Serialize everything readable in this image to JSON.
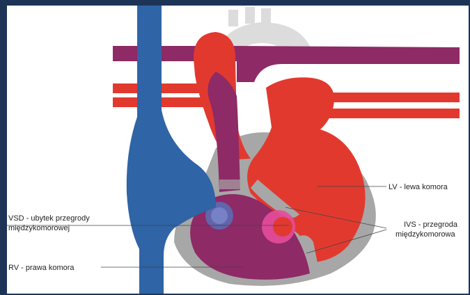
{
  "colors": {
    "background_frame": "#1d3457",
    "oxygenated_blood": "#e2392f",
    "deoxygenated_blood": "#2f64a6",
    "mixed_blood": "#8e2a66",
    "heart_wall": "#a7a7a7",
    "aorta_arch": "#dcdcdc",
    "defect_highlight": "#e64c9c"
  },
  "labels": {
    "lv": "LV - lewa komora",
    "ivs_line1": "IVS - przegroda",
    "ivs_line2": "międzykomorowa",
    "vsd_line1": "VSD - ubytek przegrody",
    "vsd_line2": "międzykomorowej",
    "rv": "RV - prawa komora"
  }
}
